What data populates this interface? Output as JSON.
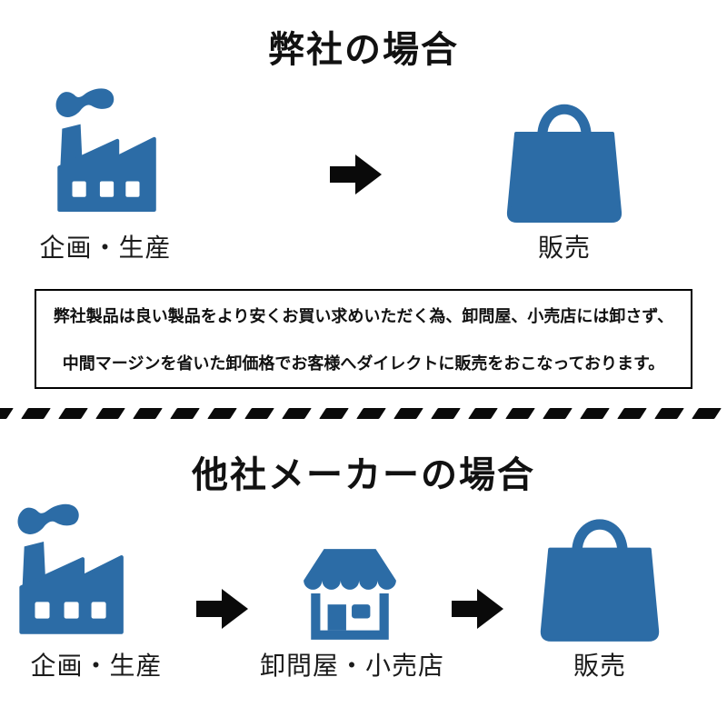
{
  "colors": {
    "icon_blue": "#2c6ca6",
    "arrow_black": "#0a0a0a",
    "text_black": "#1a1a1a"
  },
  "ours": {
    "title": "弊社の場合",
    "steps": [
      {
        "icon": "factory-icon",
        "label": "企画・生産"
      },
      {
        "icon": "arrow-right-icon"
      },
      {
        "icon": "shopping-bag-icon",
        "label": "販売"
      }
    ],
    "note": {
      "line1": "弊社製品は良い製品をより安くお買い求めいただく為、卸問屋、小売店には卸さず、",
      "line2": "中間マージンを省いた卸価格でお客様へダイレクトに販売をおこなっております。"
    }
  },
  "others": {
    "title": "他社メーカーの場合",
    "steps": [
      {
        "icon": "factory-icon",
        "label": "企画・生産"
      },
      {
        "icon": "arrow-right-icon"
      },
      {
        "icon": "storefront-icon",
        "label": "卸問屋・小売店"
      },
      {
        "icon": "arrow-right-icon"
      },
      {
        "icon": "shopping-bag-icon",
        "label": "販売"
      }
    ]
  }
}
